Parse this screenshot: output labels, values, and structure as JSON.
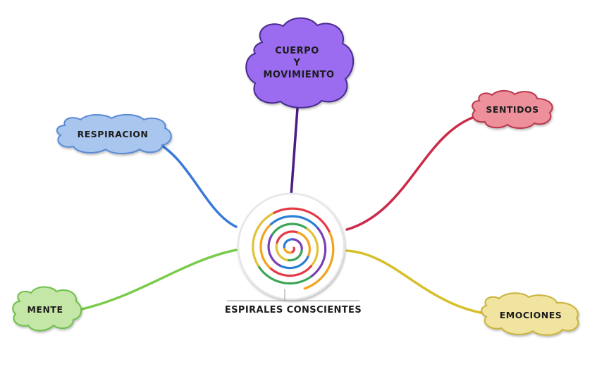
{
  "central": {
    "label": "ESPIRALES CONSCIENTES",
    "spiral_colors": [
      "#e63946",
      "#f4a21c",
      "#2a7fd4",
      "#7a3fb5",
      "#3aa655",
      "#e0c23a"
    ]
  },
  "nodes": [
    {
      "id": "cuerpo",
      "lines": [
        "CUERPO",
        "Y",
        "MOVIMIENTO"
      ],
      "fill": "#9b6cf0",
      "stroke": "#4a2a90",
      "link": "#4b1a82"
    },
    {
      "id": "sentidos",
      "lines": [
        "SENTIDOS"
      ],
      "fill": "#ee8f9c",
      "stroke": "#b8394c",
      "link": "#cc2a4a"
    },
    {
      "id": "respiracion",
      "lines": [
        "RESPIRACION"
      ],
      "fill": "#a9c6ee",
      "stroke": "#5a8ad6",
      "link": "#3b7ad8"
    },
    {
      "id": "mente",
      "lines": [
        "MENTE"
      ],
      "fill": "#c4e6a6",
      "stroke": "#6cc04a",
      "link": "#7acb4a"
    },
    {
      "id": "emociones",
      "lines": [
        "EMOCIONES"
      ],
      "fill": "#f1e3a0",
      "stroke": "#c9b43a",
      "link": "#d6bf2a"
    }
  ]
}
